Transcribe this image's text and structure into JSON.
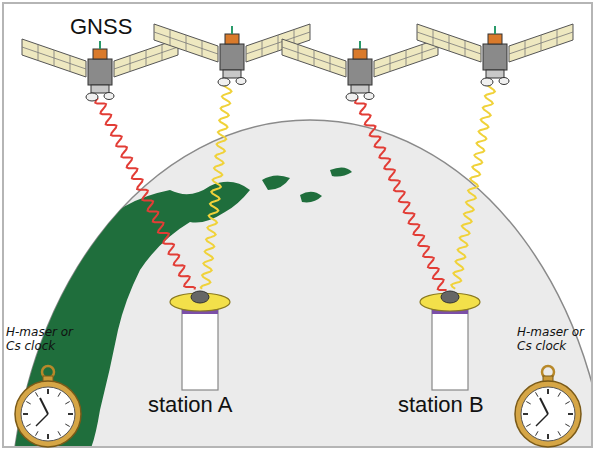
{
  "diagram": {
    "labels": [
      "GNSS",
      "H-maser or Cs clock",
      "station A",
      "H-maser or Cs clock",
      "station B"
    ]
  }
}
